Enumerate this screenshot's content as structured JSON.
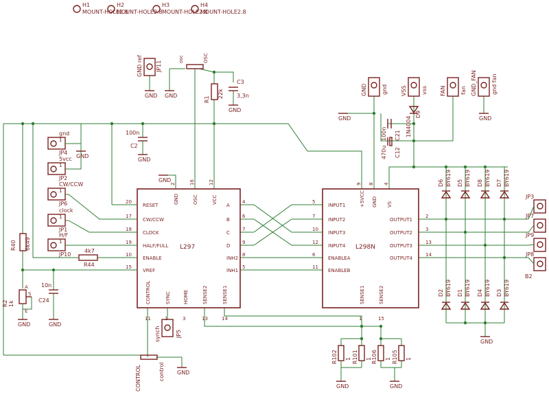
{
  "mount_holes": [
    {
      "id": "H1",
      "label": "MOUNT-HOLE2.8"
    },
    {
      "id": "H2",
      "label": "MOUNT-HOLE2.8"
    },
    {
      "id": "H3",
      "label": "MOUNT-HOLE2.8"
    },
    {
      "id": "H4",
      "label": "MOUNT-HOLE2.8"
    }
  ],
  "l297": {
    "name": "L297",
    "left_pins": [
      {
        "num": "20",
        "name": "RESET"
      },
      {
        "num": "17",
        "name": "CW/CCW"
      },
      {
        "num": "18",
        "name": "CLOCK"
      },
      {
        "num": "19",
        "name": "HALF/FULL"
      },
      {
        "num": "10",
        "name": "ENABLE"
      },
      {
        "num": "15",
        "name": "VREF"
      }
    ],
    "right_pins": [
      {
        "num": "4",
        "name": "A"
      },
      {
        "num": "6",
        "name": "B"
      },
      {
        "num": "7",
        "name": "C"
      },
      {
        "num": "9",
        "name": "D"
      },
      {
        "num": "8",
        "name": "INH2"
      },
      {
        "num": "5",
        "name": "INH1"
      }
    ],
    "top_pins": [
      {
        "num": "2",
        "name": "GND"
      },
      {
        "num": "16",
        "name": "OSC"
      },
      {
        "num": "12",
        "name": "VCC"
      }
    ],
    "bottom_pins": [
      {
        "num": "11",
        "name": "CONTROL"
      },
      {
        "num": "1",
        "name": "SYNC"
      },
      {
        "num": "3",
        "name": "HOME"
      },
      {
        "num": "13",
        "name": "SENSE2"
      },
      {
        "num": "14",
        "name": "SENSE1"
      }
    ]
  },
  "l298": {
    "name": "L298N",
    "left_pins": [
      {
        "num": "5",
        "name": "INPUT1"
      },
      {
        "num": "7",
        "name": "INPUT2"
      },
      {
        "num": "10",
        "name": "INPUT3"
      },
      {
        "num": "12",
        "name": "INPUT4"
      },
      {
        "num": "6",
        "name": "ENABLEA"
      },
      {
        "num": "11",
        "name": "ENABLEB"
      }
    ],
    "right_pins": [
      {
        "num": "2",
        "name": "OUTPUT1"
      },
      {
        "num": "3",
        "name": "OUTPUT2"
      },
      {
        "num": "13",
        "name": "OUTPUT3"
      },
      {
        "num": "14",
        "name": "OUTPUT4"
      }
    ],
    "top_pins": [
      {
        "num": "9",
        "name": "+5VCC"
      },
      {
        "num": "8",
        "name": "GND"
      },
      {
        "num": "4",
        "name": "VS"
      }
    ],
    "bottom_pins": [
      {
        "num": "1",
        "name": "SENSE1"
      },
      {
        "num": "15",
        "name": "SENSE2"
      }
    ]
  },
  "jumpers_left": [
    {
      "id": "JP4",
      "label": "gnd"
    },
    {
      "id": "JP2",
      "label": "5vcc"
    },
    {
      "id": "JP6",
      "label": "CW/CCW"
    },
    {
      "id": "JP1",
      "label": "clock"
    },
    {
      "id": "JP10",
      "label": "H/F"
    }
  ],
  "jumper_pin_num": "1",
  "top_connectors": [
    {
      "name": "GND",
      "val": "gnd"
    },
    {
      "name": "VSS",
      "val": "vss"
    },
    {
      "name": "FAN",
      "val": "fan"
    },
    {
      "name": "GND_FAN",
      "val": "gnd fan"
    }
  ],
  "jp11": {
    "id": "JP11",
    "name": "GND ref"
  },
  "osc": {
    "left": "osc",
    "right": "OSC"
  },
  "right_outputs": [
    {
      "id": "JP3"
    },
    {
      "id": "JP7"
    },
    {
      "id": "JP9"
    },
    {
      "id": "JP8"
    }
  ],
  "right_output_label": "B2",
  "diodes_top": [
    {
      "id": "D6",
      "val": "BY619"
    },
    {
      "id": "D5",
      "val": "BY619"
    },
    {
      "id": "D8",
      "val": "BY619"
    },
    {
      "id": "D7",
      "val": "BY619"
    }
  ],
  "diodes_bottom": [
    {
      "id": "D2",
      "val": "BY619"
    },
    {
      "id": "D1",
      "val": "BY619"
    },
    {
      "id": "D4",
      "val": "BY619"
    },
    {
      "id": "D3",
      "val": "BY619"
    }
  ],
  "sense_resistors": [
    {
      "id": "R102",
      "val": "1"
    },
    {
      "id": "R101",
      "val": "1"
    },
    {
      "id": "R106",
      "val": "1"
    },
    {
      "id": "R105",
      "val": "1"
    }
  ],
  "components": {
    "R1": {
      "id": "R1",
      "val": "22k"
    },
    "C3": {
      "id": "C3",
      "val": "3,3n"
    },
    "C2": {
      "id": "C2",
      "val": "100n"
    },
    "R44": {
      "id": "R44",
      "val": "4k7"
    },
    "R40": {
      "id": "R40",
      "val": "6k49"
    },
    "R2": {
      "id": "R2",
      "val": "1k"
    },
    "C24": {
      "id": "C24",
      "val": "10n"
    },
    "C21": {
      "id": "C21",
      "val": "100n"
    },
    "C12": {
      "id": "C12",
      "val": "470u"
    },
    "D9": {
      "id": "D9",
      "val": "1N4004"
    }
  },
  "pot_pins": {
    "a": "A",
    "e": "E",
    "s": "S"
  },
  "synch": {
    "id": "JP5",
    "label": "synch"
  },
  "control": {
    "id": "CONTROL",
    "label": "control"
  },
  "gnd_label": "GND"
}
